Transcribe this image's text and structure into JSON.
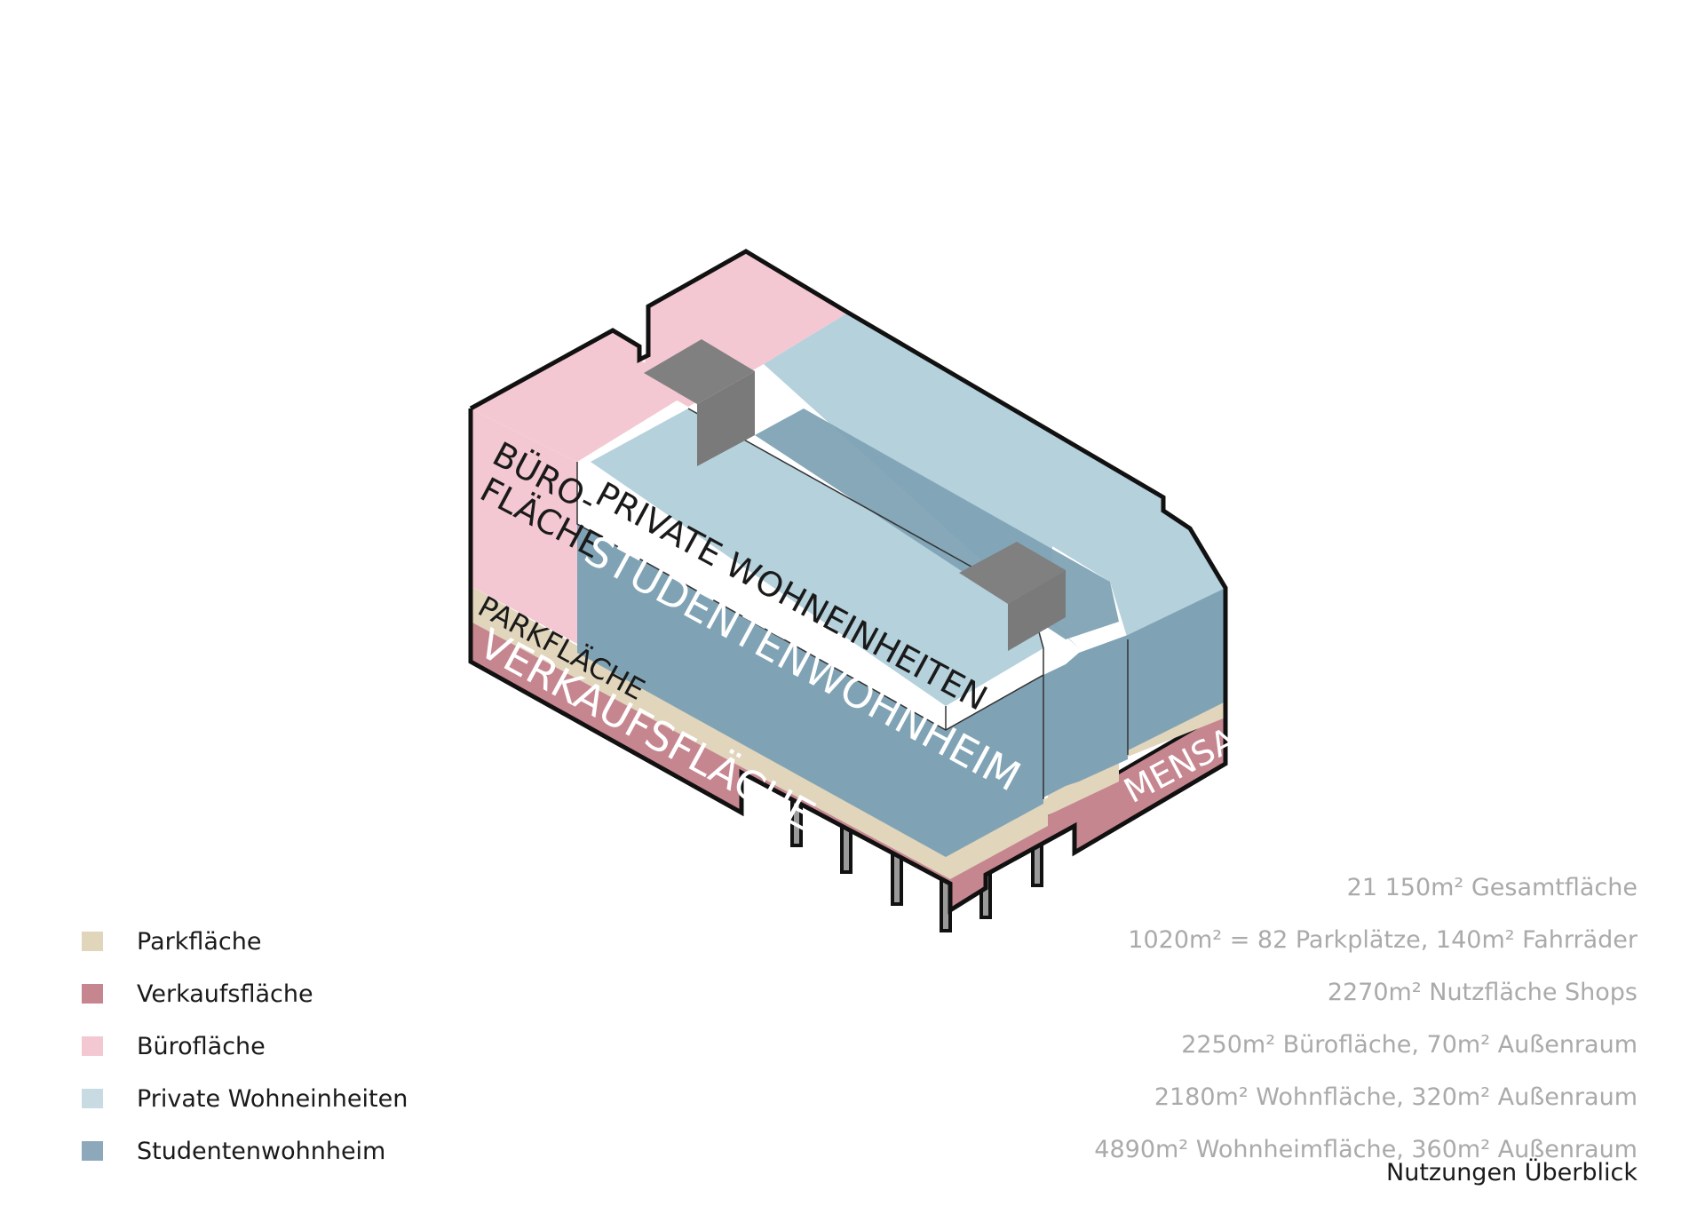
{
  "colors": {
    "parking": "#e1d5bc",
    "retail": "#c68690",
    "office": "#f4c8d2",
    "private": "#b5d1dc",
    "student": "#7fa3b5",
    "core": "#808080",
    "outline": "#111111"
  },
  "labels": {
    "office": [
      "BÜRO-",
      "FLÄCHE"
    ],
    "parking": "PARKFLÄCHE",
    "retail": "VERKAUFSFLÄCHE",
    "private": "PRIVATE WOHNEINHEITEN",
    "student": "STUDENTENWOHNHEIM",
    "mensa": "MENSA"
  },
  "legend": [
    {
      "label": "Parkfläche",
      "color": "#e1d5bc"
    },
    {
      "label": "Verkaufsfläche",
      "color": "#c68690"
    },
    {
      "label": "Bürofläche",
      "color": "#f4c8d2"
    },
    {
      "label": "Private Wohneinheiten",
      "color": "#c8dbe3"
    },
    {
      "label": "Studentenwohnheim",
      "color": "#8ea8bb"
    }
  ],
  "stats": [
    "21 150m² Gesamtfläche",
    "1020m² = 82 Parkplätze, 140m² Fahrräder",
    "2270m² Nutzfläche Shops",
    "2250m² Bürofläche, 70m² Außenraum",
    "2180m² Wohnfläche, 320m² Außenraum",
    "4890m² Wohnheimfläche, 360m² Außenraum"
  ],
  "caption": "Nutzungen Überblick"
}
